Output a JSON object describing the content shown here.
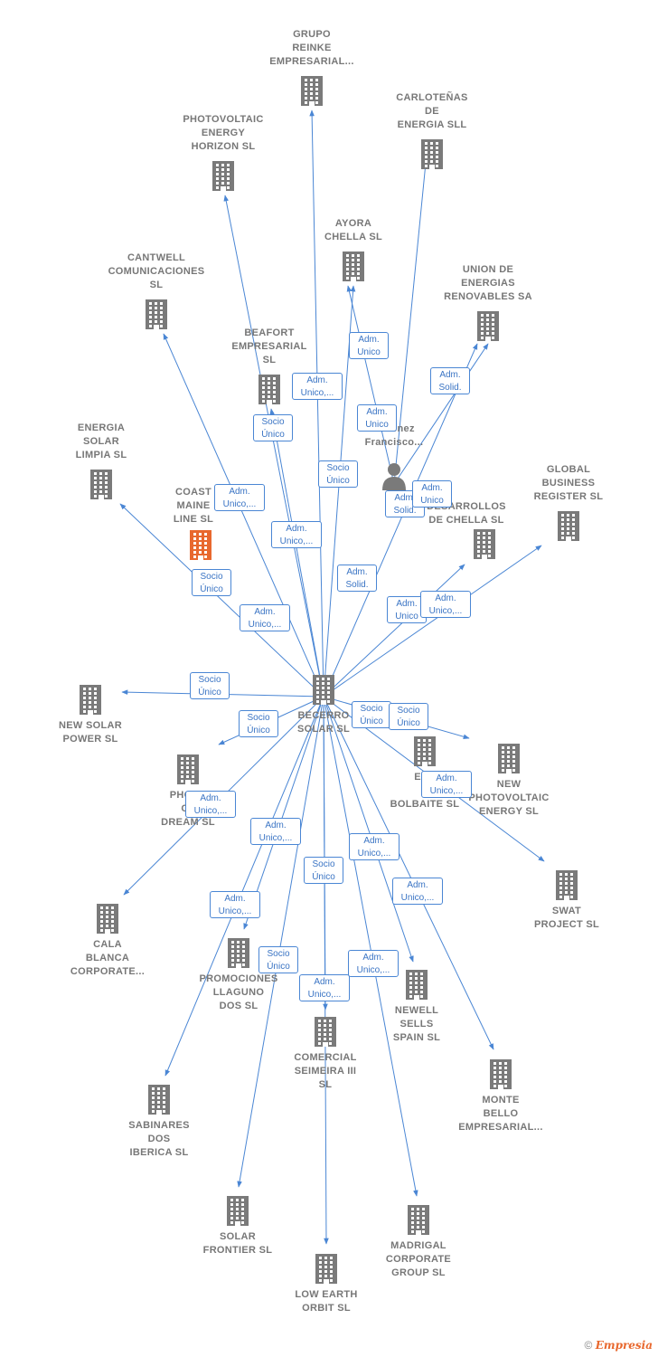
{
  "center": {
    "id": "becerro",
    "label": "BECERRO\nSOLAR SL"
  },
  "nodes": [
    {
      "id": "grupo_reinke",
      "label": "GRUPO\nREINKE\nEMPRESARIAL..."
    },
    {
      "id": "carlotenas",
      "label": "CARLOTEÑAS\nDE\nENERGIA SLL"
    },
    {
      "id": "photovoltaic_horizon",
      "label": "PHOTOVOLTAIC\nENERGY\nHORIZON SL"
    },
    {
      "id": "ayora",
      "label": "AYORA\nCHELLA SL"
    },
    {
      "id": "cantwell",
      "label": "CANTWELL\nCOMUNICACIONES\nSL"
    },
    {
      "id": "union_energias",
      "label": "UNION DE\nENERGIAS\nRENOVABLES SA"
    },
    {
      "id": "beafort",
      "label": "BEAFORT\nEMPRESARIAL\nSL"
    },
    {
      "id": "energia_solar",
      "label": "ENERGIA\nSOLAR\nLIMPIA SL"
    },
    {
      "id": "coast_maine",
      "label": "COAST\nMAINE\nLINE SL",
      "highlight": true
    },
    {
      "id": "global_business",
      "label": "GLOBAL\nBUSINESS\nREGISTER SL"
    },
    {
      "id": "desarrollos",
      "label": "DESARROLLOS\nDE CHELLA SL"
    },
    {
      "id": "new_solar",
      "label": "NEW SOLAR\nPOWER SL"
    },
    {
      "id": "photo_clean",
      "label": "PHOTO\nCL\nDREAM SL"
    },
    {
      "id": "energia_bolbaite",
      "label": "ENE\nD\nBOLBAITE SL"
    },
    {
      "id": "new_photovoltaic",
      "label": "NEW\nPHOTOVOLTAIC\nENERGY SL"
    },
    {
      "id": "swat",
      "label": "SWAT\nPROJECT SL"
    },
    {
      "id": "cala_blanca",
      "label": "CALA\nBLANCA\nCORPORATE..."
    },
    {
      "id": "promociones",
      "label": "PROMOCIONES\nLLAGUNO\nDOS SL"
    },
    {
      "id": "newell",
      "label": "NEWELL\nSELLS\nSPAIN SL"
    },
    {
      "id": "comercial",
      "label": "COMERCIAL\nSEIMEIRA III\nSL"
    },
    {
      "id": "monte_bello",
      "label": "MONTE\nBELLO\nEMPRESARIAL..."
    },
    {
      "id": "sabinares",
      "label": "SABINARES\nDOS\nIBERICA SL"
    },
    {
      "id": "solar_frontier",
      "label": "SOLAR\nFRONTIER SL"
    },
    {
      "id": "madrigal",
      "label": "MADRIGAL\nCORPORATE\nGROUP SL"
    },
    {
      "id": "low_earth",
      "label": "LOW EARTH\nORBIT SL"
    }
  ],
  "person": {
    "id": "person",
    "label": "o\nJimenez\nFrancisco..."
  },
  "relations": {
    "socio_unico": "Socio\nÚnico",
    "adm_unico": "Adm.\nUnico,...",
    "adm_unico_short": "Adm.\nUnico",
    "adm_solid": "Adm.\nSolid."
  },
  "colors": {
    "edge": "#4a86d4",
    "building": "#7a7a7a",
    "highlight": "#e8682e",
    "label": "#777777"
  },
  "footer": {
    "symbol": "©",
    "brand": "Empresia"
  }
}
